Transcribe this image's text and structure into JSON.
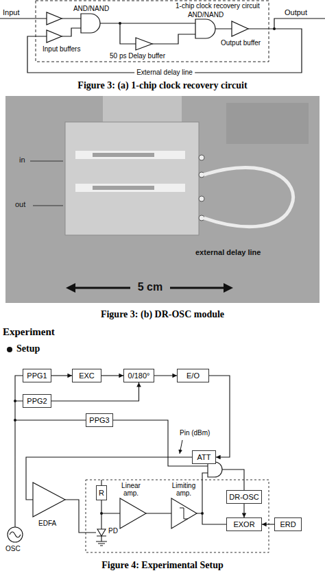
{
  "diagram": {
    "nodes": [
      {
        "text": [
          "PPG1"
        ]
      },
      {
        "text": [
          "EXC"
        ]
      },
      {
        "text": [
          "0/180°"
        ]
      },
      {
        "text": [
          "E/O"
        ]
      },
      {
        "text": [
          "PPG2"
        ]
      },
      {
        "text": [
          "PPG3"
        ]
      },
      {
        "text": [
          "ATT"
        ]
      },
      {
        "text": [
          "R"
        ]
      },
      {
        "text": [
          "DR-OSC"
        ]
      },
      {
        "text": [
          "EXOR"
        ]
      },
      {
        "text": [
          "ERD"
        ]
      }
    ],
    "edges": [
      {
        "from": 0,
        "to": 1,
        "arrow": "to"
      },
      {
        "from": 1,
        "to": 2,
        "arrow": "to"
      },
      {
        "from": 2,
        "to": 3,
        "arrow": "to"
      },
      {
        "from": 4,
        "to": 2,
        "arrow": "to"
      },
      {
        "from": 3,
        "to": 6,
        "arrow": "to"
      },
      {
        "from": 8,
        "to": 9,
        "arrow": "to"
      },
      {
        "from": 10,
        "to": 9,
        "arrow": "to"
      }
    ],
    "labels": [
      "Input",
      "AND/NAND",
      "1-chip clock recovery circuit",
      "AND/NAND",
      "Output",
      "Input buffers",
      "50 ps Delay buffer",
      "Output buffer",
      "External delay line",
      "Figure 3: (a) 1-chip clock recovery circuit",
      "in",
      "out",
      "external delay line",
      "5 cm",
      "Figure 3: (b) DR-OSC module",
      "Experiment",
      "Setup",
      "Pin (dBm)",
      "EDFA",
      "Linear amp.",
      "Limiting amp.",
      "PD",
      "OSC",
      "Figure 4: Experimental Setup"
    ]
  }
}
